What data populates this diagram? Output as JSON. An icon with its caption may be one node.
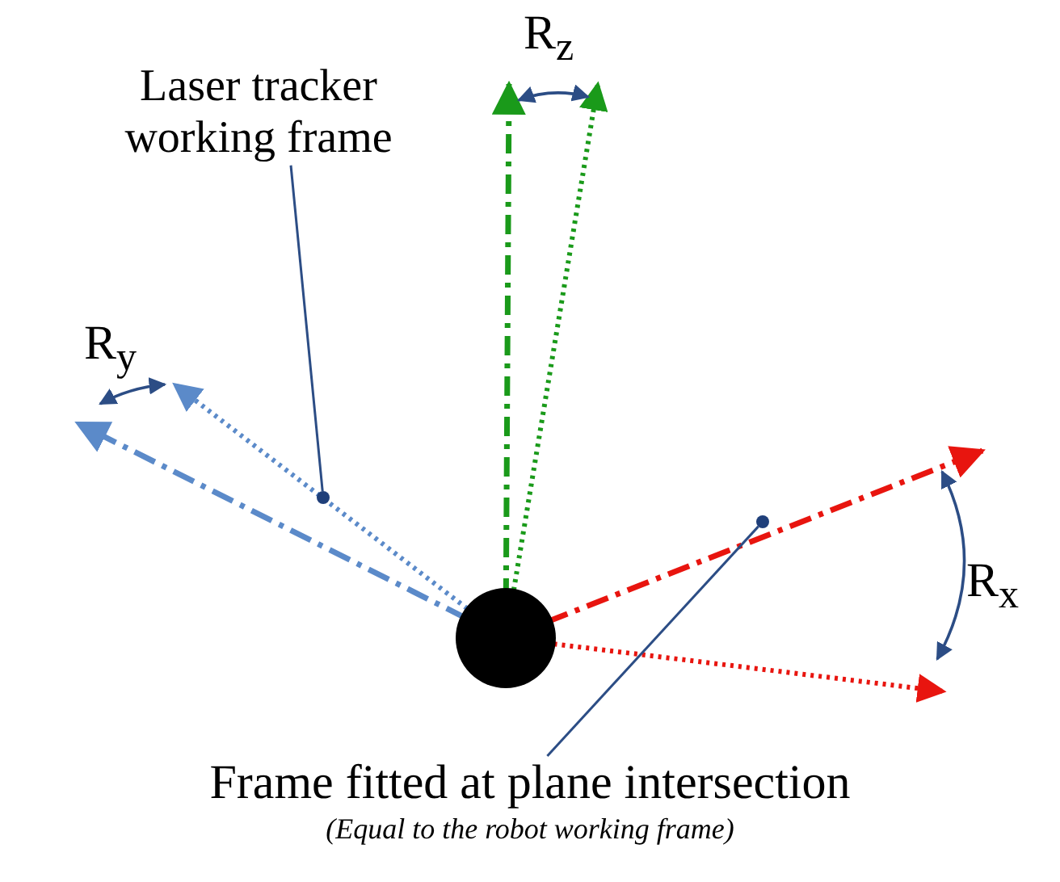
{
  "diagram": {
    "nodes": [
      {
        "text": [
          "Laser tracker working frame"
        ]
      },
      {
        "text": [],
        "shape": "circle"
      },
      {
        "text": [
          "Frame fitted at plane intersection",
          "(Equal to the robot working frame)"
        ]
      },
      {
        "text": [],
        "shape": "circle"
      }
    ],
    "edges": [
      {
        "from": 0,
        "to": 1,
        "arrow": "none"
      },
      {
        "from": 2,
        "to": 3,
        "arrow": "none"
      }
    ],
    "labels": [
      "R$_{z}$",
      "R$_{y}$",
      "R$_{x}$"
    ]
  }
}
